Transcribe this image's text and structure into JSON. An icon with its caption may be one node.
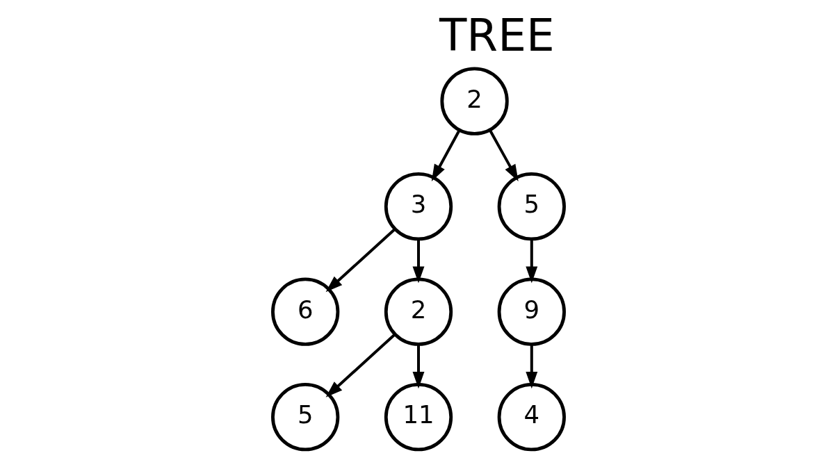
{
  "diagram": {
    "title": "TREE",
    "nodes": [
      {
        "text": [
          "2"
        ]
      },
      {
        "text": [
          "3"
        ]
      },
      {
        "text": [
          "5"
        ]
      },
      {
        "text": [
          "6"
        ]
      },
      {
        "text": [
          "2"
        ]
      },
      {
        "text": [
          "9"
        ]
      },
      {
        "text": [
          "5"
        ]
      },
      {
        "text": [
          "11"
        ]
      },
      {
        "text": [
          "4"
        ]
      }
    ],
    "edges": [
      {
        "from": 0,
        "to": 1,
        "arrow": "to"
      },
      {
        "from": 0,
        "to": 2,
        "arrow": "to"
      },
      {
        "from": 1,
        "to": 3,
        "arrow": "to"
      },
      {
        "from": 1,
        "to": 4,
        "arrow": "to"
      },
      {
        "from": 2,
        "to": 5,
        "arrow": "to"
      },
      {
        "from": 4,
        "to": 6,
        "arrow": "to"
      },
      {
        "from": 4,
        "to": 7,
        "arrow": "to"
      },
      {
        "from": 5,
        "to": 8,
        "arrow": "to"
      }
    ]
  }
}
